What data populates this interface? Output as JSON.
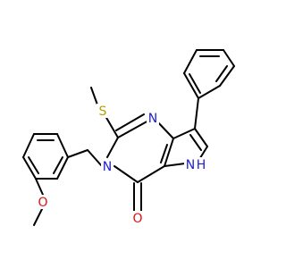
{
  "molecule": {
    "atoms": {
      "S": {
        "label": "S",
        "color": "#b8a000"
      },
      "N1": {
        "label": "N",
        "color": "#2020d0"
      },
      "N3": {
        "label": "N",
        "color": "#2020d0"
      },
      "NH": {
        "label": "N",
        "color": "#2020d0"
      },
      "H": {
        "label": "H",
        "color": "#2020d0"
      },
      "O_carbonyl": {
        "label": "O",
        "color": "#e01010"
      },
      "O_methoxy": {
        "label": "O",
        "color": "#e01010"
      }
    },
    "bond_color": "#000000",
    "background": "#ffffff"
  }
}
